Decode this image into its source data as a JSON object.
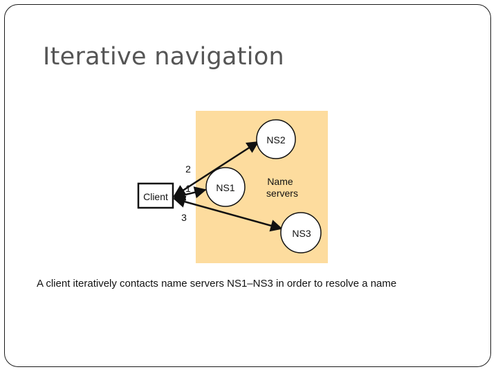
{
  "slide": {
    "title": "Iterative navigation",
    "caption": "A client iteratively contacts name servers NS1–NS3 in order to resolve a name"
  },
  "diagram": {
    "client_label": "Client",
    "ns1_label": "NS1",
    "ns2_label": "NS2",
    "ns3_label": "NS3",
    "name_servers_label_line1": "Name",
    "name_servers_label_line2": "servers",
    "step1_label": "1",
    "step2_label": "2",
    "step3_label": "3",
    "colors": {
      "region_fill": "#fddc9e",
      "node_fill": "#ffffff",
      "stroke": "#111111"
    }
  }
}
